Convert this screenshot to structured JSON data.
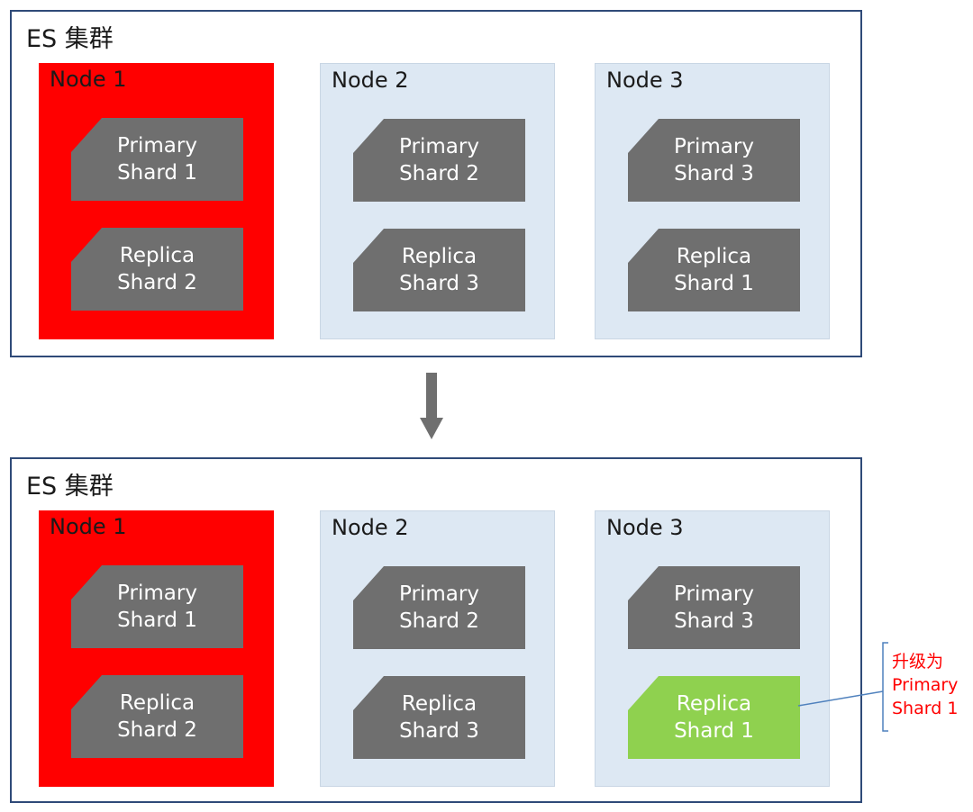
{
  "clusters": [
    {
      "title": "ES 集群",
      "nodes": [
        {
          "title": "Node 1",
          "status": "failed",
          "shards": [
            {
              "line1": "Primary",
              "line2": "Shard 1"
            },
            {
              "line1": "Replica",
              "line2": "Shard 2"
            }
          ]
        },
        {
          "title": "Node 2",
          "status": "normal",
          "shards": [
            {
              "line1": "Primary",
              "line2": "Shard 2"
            },
            {
              "line1": "Replica",
              "line2": "Shard 3"
            }
          ]
        },
        {
          "title": "Node 3",
          "status": "normal",
          "shards": [
            {
              "line1": "Primary",
              "line2": "Shard 3"
            },
            {
              "line1": "Replica",
              "line2": "Shard 1"
            }
          ]
        }
      ]
    },
    {
      "title": "ES 集群",
      "nodes": [
        {
          "title": "Node 1",
          "status": "failed",
          "shards": [
            {
              "line1": "Primary",
              "line2": "Shard 1"
            },
            {
              "line1": "Replica",
              "line2": "Shard 2"
            }
          ]
        },
        {
          "title": "Node 2",
          "status": "normal",
          "shards": [
            {
              "line1": "Primary",
              "line2": "Shard 2"
            },
            {
              "line1": "Replica",
              "line2": "Shard 3"
            }
          ]
        },
        {
          "title": "Node 3",
          "status": "normal",
          "shards": [
            {
              "line1": "Primary",
              "line2": "Shard 3"
            },
            {
              "line1": "Replica",
              "line2": "Shard 1",
              "promoted": true
            }
          ]
        }
      ]
    }
  ],
  "annotation": {
    "line1": "升级为",
    "line2": "Primary",
    "line3": "Shard 1"
  },
  "colors": {
    "failed_node": "#ff0000",
    "normal_node": "#dde8f3",
    "shard": "#6f6f6f",
    "promoted_shard": "#8fd14f",
    "annotation_text": "#ff0000",
    "cluster_border": "#2f4a78"
  },
  "icons": {
    "transition": "arrow-down-icon"
  }
}
